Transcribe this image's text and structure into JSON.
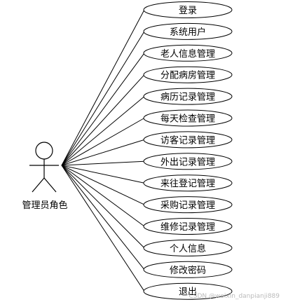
{
  "actor": {
    "label": "管理员角色"
  },
  "use_cases": [
    {
      "label": "登录"
    },
    {
      "label": "系统用户"
    },
    {
      "label": "老人信息管理"
    },
    {
      "label": "分配病房管理"
    },
    {
      "label": "病历记录管理"
    },
    {
      "label": "每天检查管理"
    },
    {
      "label": "访客记录管理"
    },
    {
      "label": "外出记录管理"
    },
    {
      "label": "来往登记管理"
    },
    {
      "label": "采购记录管理"
    },
    {
      "label": "维修记录管理"
    },
    {
      "label": "个人信息"
    },
    {
      "label": "修改密码"
    },
    {
      "label": "退出"
    }
  ],
  "watermark": "CSDN @weixin_danpianji889",
  "colors": {
    "stroke": "#000000",
    "fill": "#ffffff",
    "text": "#000000"
  }
}
